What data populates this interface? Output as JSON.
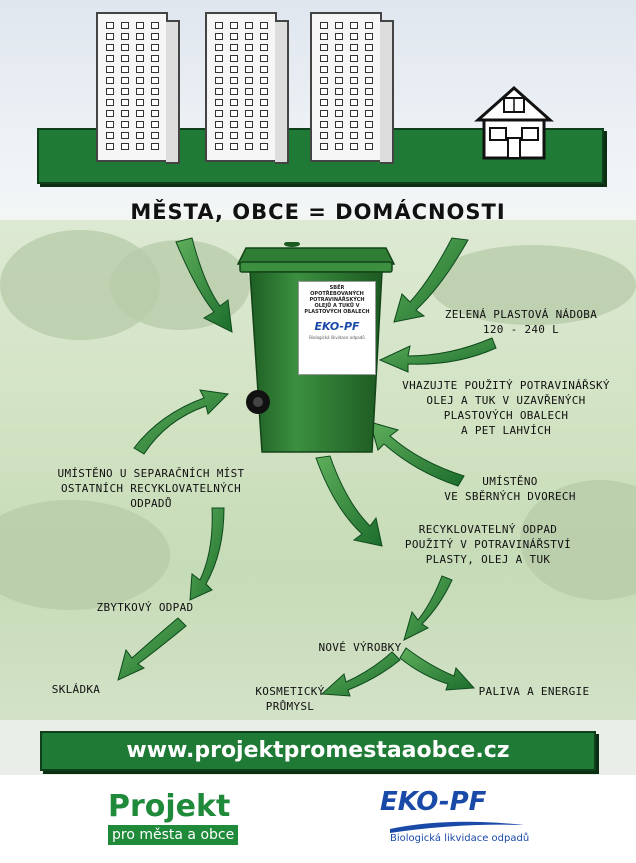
{
  "title": "MĚSTA, OBCE = DOMÁCNOSTI",
  "bin_sticker": {
    "text": "SBĚR OPOTŘEBOVANÝCH POTRAVINÁŘSKÝCH OLEJŮ A TUKŮ V PLASTOVÝCH OBALECH",
    "logo": "EKO-PF",
    "subtitle": "Biologická likvidace odpadů"
  },
  "labels": {
    "bin": "ZELENÁ PLASTOVÁ NÁDOBA\n120 - 240 L",
    "pour": "VHAZUJTE POUŽITÝ POTRAVINÁŘSKÝ\nOLEJ A TUK V UZAVŘENÝCH\nPLASTOVÝCH OBALECH\nA PET LAHVÍCH",
    "yards": "UMÍSTĚNO\nVE SBĚRNÝCH DVORECH",
    "recycle": "RECYKLOVATELNÝ ODPAD\nPOUŽITÝ V POTRAVINÁŘSTVÍ\nPLASTY, OLEJ A TUK",
    "separate": "UMÍSTĚNO U SEPARAČNÍCH MÍST\nOSTATNÍCH RECYKLOVATELNÝCH\nODPADŮ",
    "residual": "ZBYTKOVÝ ODPAD",
    "new_products": "NOVÉ VÝROBKY",
    "landfill": "SKLÁDKA",
    "cosmetics": "KOSMETICKÝ\nPRŮMYSL",
    "fuels": "PALIVA A ENERGIE"
  },
  "url": "www.projektpromestaaobce.cz",
  "logo_projekt": {
    "title": "Projekt",
    "subtitle": "pro města a obce"
  },
  "logo_ekopf": {
    "brand": "EKO-PF",
    "subtitle": "Biologická likvidace odpadů"
  },
  "colors": {
    "green": "#1f7a35",
    "dark_green": "#0f3f1a",
    "blue": "#1a4aa8",
    "bin_green": "#2f7d34"
  }
}
